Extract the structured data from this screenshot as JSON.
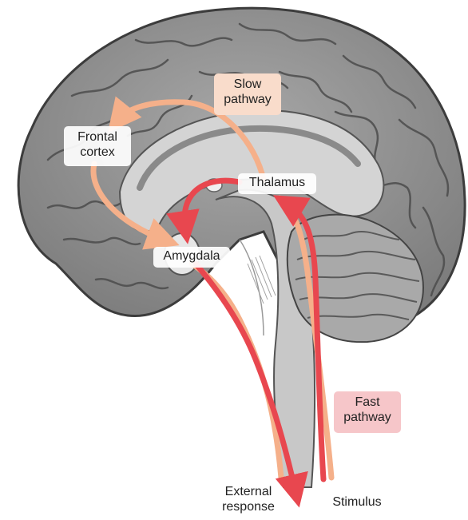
{
  "labels": {
    "slow_pathway": [
      "Slow",
      "pathway"
    ],
    "frontal_cortex": [
      "Frontal",
      "cortex"
    ],
    "thalamus": "Thalamus",
    "amygdala": "Amygdala",
    "fast_pathway": [
      "Fast",
      "pathway"
    ],
    "external_response": [
      "External",
      "response"
    ],
    "stimulus": "Stimulus"
  },
  "colors": {
    "brain_dark": "#4a4a4a",
    "brain_mid": "#8c8c8c",
    "brain_light": "#b9b9b9",
    "brainstem": "#c8c8c8",
    "fast_path": "#e8474f",
    "slow_path": "#f5b08a",
    "slow_label_bg": "#f9dccb",
    "fast_label_bg": "#f6c6c9"
  }
}
